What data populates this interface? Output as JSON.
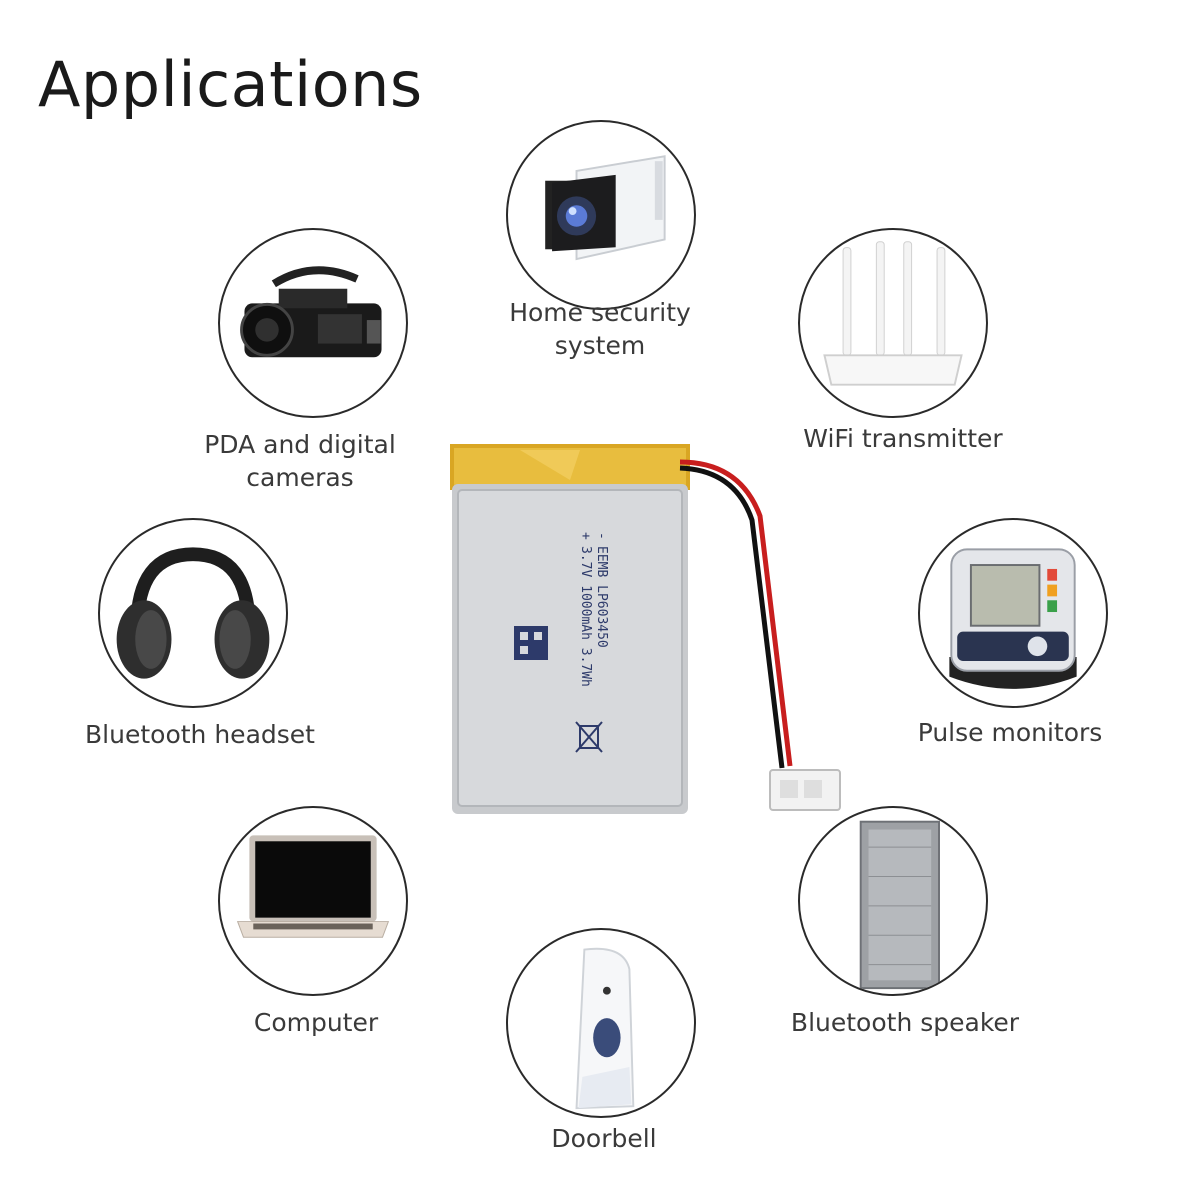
{
  "title": "Applications",
  "battery": {
    "print_lines": [
      "EEMB LP603450",
      "3.7V 1000mAh 3.7Wh",
      "-",
      "+"
    ]
  },
  "applications": [
    {
      "label": "Home security\nsystem",
      "icon": "security-camera-icon"
    },
    {
      "label": "PDA and digital\ncameras",
      "icon": "video-camera-icon"
    },
    {
      "label": "WiFi transmitter",
      "icon": "wifi-router-icon"
    },
    {
      "label": "Bluetooth headset",
      "icon": "headphones-icon"
    },
    {
      "label": "Pulse monitors",
      "icon": "blood-pressure-monitor-icon"
    },
    {
      "label": "Computer",
      "icon": "laptop-icon"
    },
    {
      "label": "Bluetooth speaker",
      "icon": "bluetooth-speaker-icon"
    },
    {
      "label": "Doorbell",
      "icon": "doorbell-icon"
    }
  ]
}
